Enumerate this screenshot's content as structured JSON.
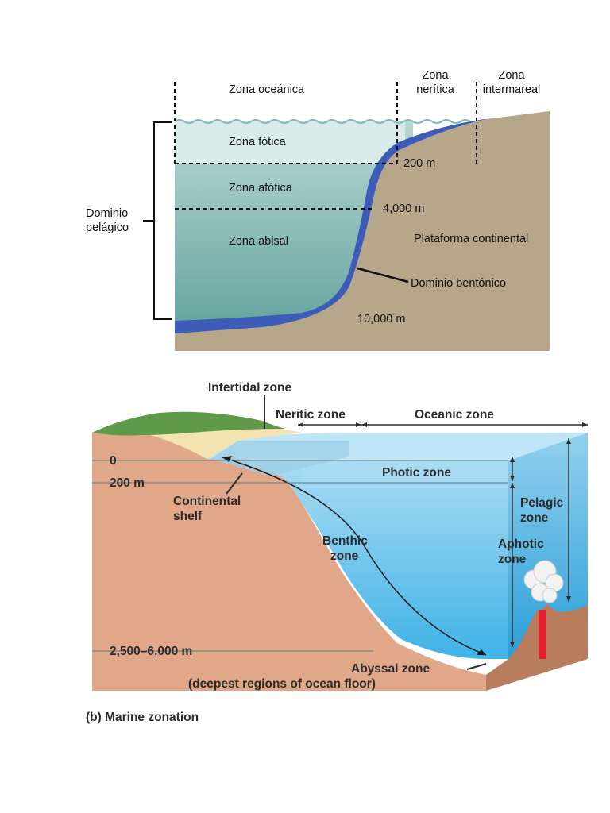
{
  "diagram_a": {
    "labels": {
      "zona_oceanica": "Zona oceánica",
      "zona_neritica_1": "Zona",
      "zona_neritica_2": "nerítica",
      "zona_intermareal_1": "Zona",
      "zona_intermareal_2": "intermareal",
      "zona_fotica": "Zona fótica",
      "zona_afotica": "Zona afótica",
      "zona_abisal": "Zona abisal",
      "dominio_pelagico_1": "Dominio",
      "dominio_pelagico_2": "pelágico",
      "plataforma": "Plataforma continental",
      "dominio_bentonico": "Dominio bentónico",
      "depth_200": "200 m",
      "depth_4000": "4,000 m",
      "depth_10000": "10,000 m"
    },
    "colors": {
      "land": "#b6a68a",
      "benthic": "#3c5cb8",
      "photic": "#d8ebe9",
      "abyssal": "#5e9e98",
      "waves": "#7fb8b8"
    }
  },
  "diagram_b": {
    "labels": {
      "intertidal": "Intertidal zone",
      "neritic": "Neritic zone",
      "oceanic": "Oceanic zone",
      "depth_0": "0",
      "depth_200": "200 m",
      "photic": "Photic zone",
      "continental_1": "Continental",
      "continental_2": "shelf",
      "benthic_1": "Benthic",
      "benthic_2": "zone",
      "pelagic_1": "Pelagic",
      "pelagic_2": "zone",
      "aphotic_1": "Aphotic",
      "aphotic_2": "zone",
      "depth_deep": "2,500–6,000 m",
      "abyssal_1": "Abyssal zone",
      "abyssal_2": "(deepest regions of ocean floor)",
      "caption": "(b) Marine zonation"
    },
    "colors": {
      "land": "#e0a888",
      "water_top": "#bfe6f6",
      "water_deep": "#3fb2e6",
      "sand": "#f2e3b0",
      "grass": "#5e9a4a",
      "magma": "#e0202a"
    }
  }
}
